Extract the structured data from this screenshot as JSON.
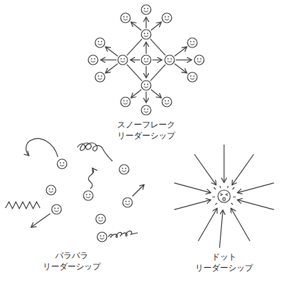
{
  "diagram": {
    "labels": [
      "スノーフレーク リーダーシップ",
      "バラバラ リーダーシップ",
      "ドット リーダーシップ"
    ]
  }
}
